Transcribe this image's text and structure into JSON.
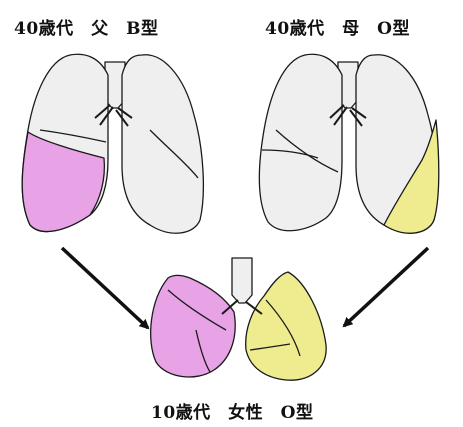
{
  "donors": {
    "father": {
      "label": "40歳代　父　B型"
    },
    "mother": {
      "label": "40歳代　母　O型"
    }
  },
  "recipient": {
    "label": "10歳代　女性　O型"
  },
  "colors": {
    "father_lobe": "#e7a3e6",
    "mother_lobe": "#eeec8e",
    "lung": "#efefef",
    "outline": "#1a1a1a"
  }
}
